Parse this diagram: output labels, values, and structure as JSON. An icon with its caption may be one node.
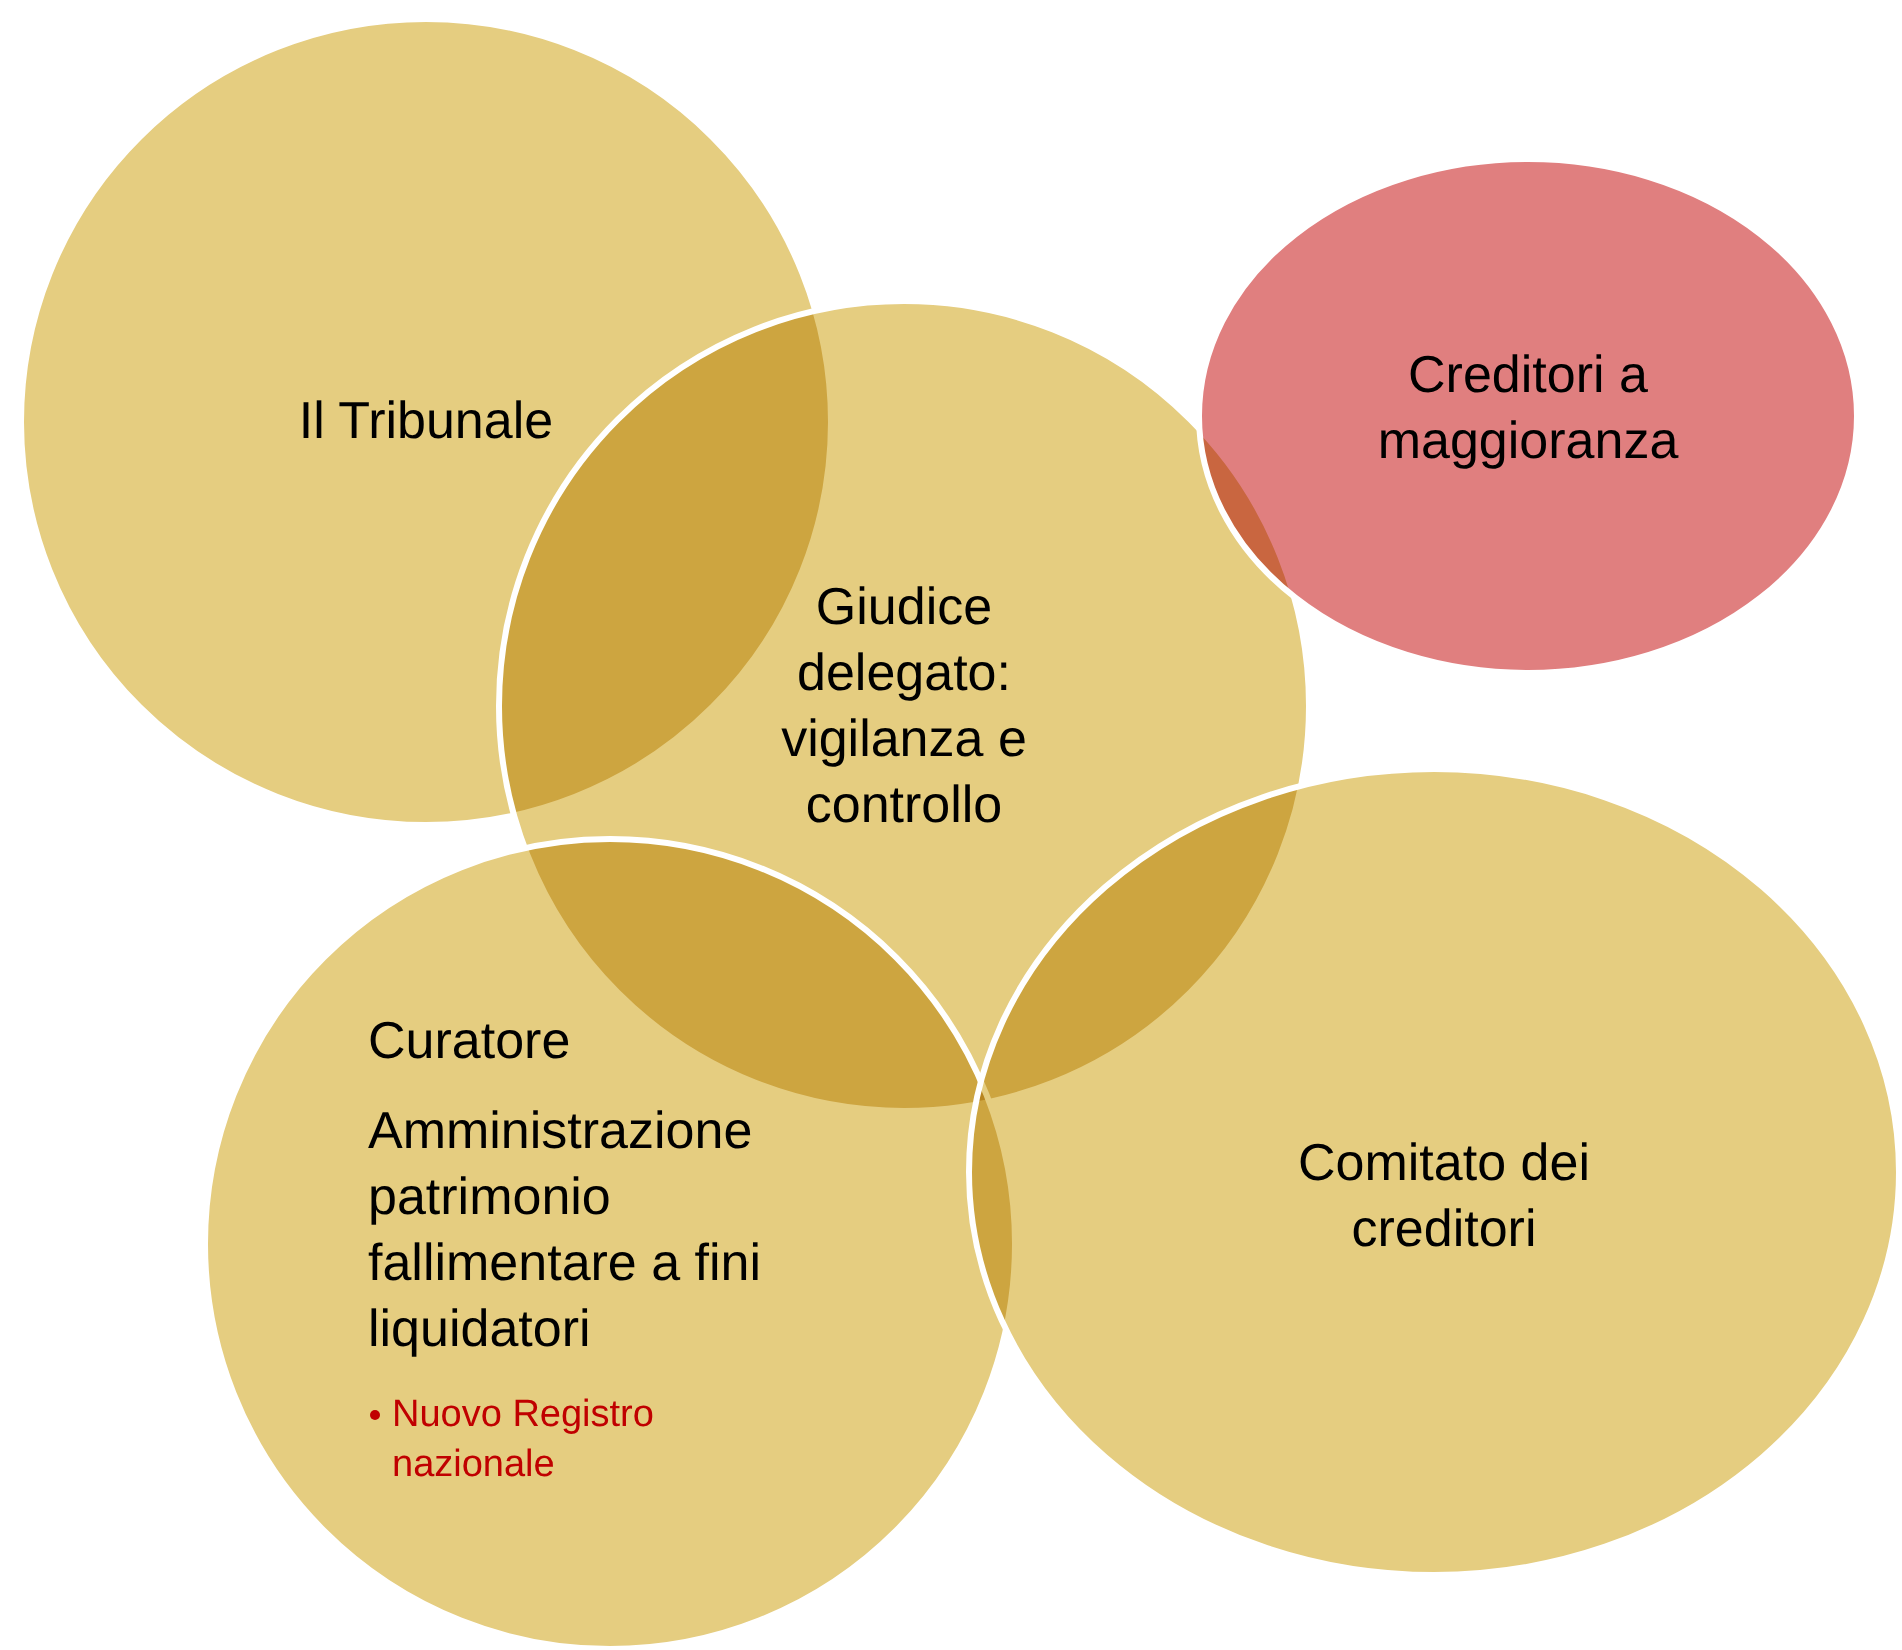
{
  "diagram": {
    "nodes": [
      {
        "text": [
          "Il Tribunale"
        ]
      },
      {
        "text": [
          "Giudice delegato: vigilanza e controllo"
        ]
      },
      {
        "text": [
          "Creditori a maggioranza"
        ]
      },
      {
        "text": [
          "Curatore",
          "Amministrazione patrimonio fallimentare a fini liquidatori",
          "Nuovo Registro nazionale"
        ]
      },
      {
        "text": [
          "Comitato dei creditori"
        ]
      }
    ]
  }
}
